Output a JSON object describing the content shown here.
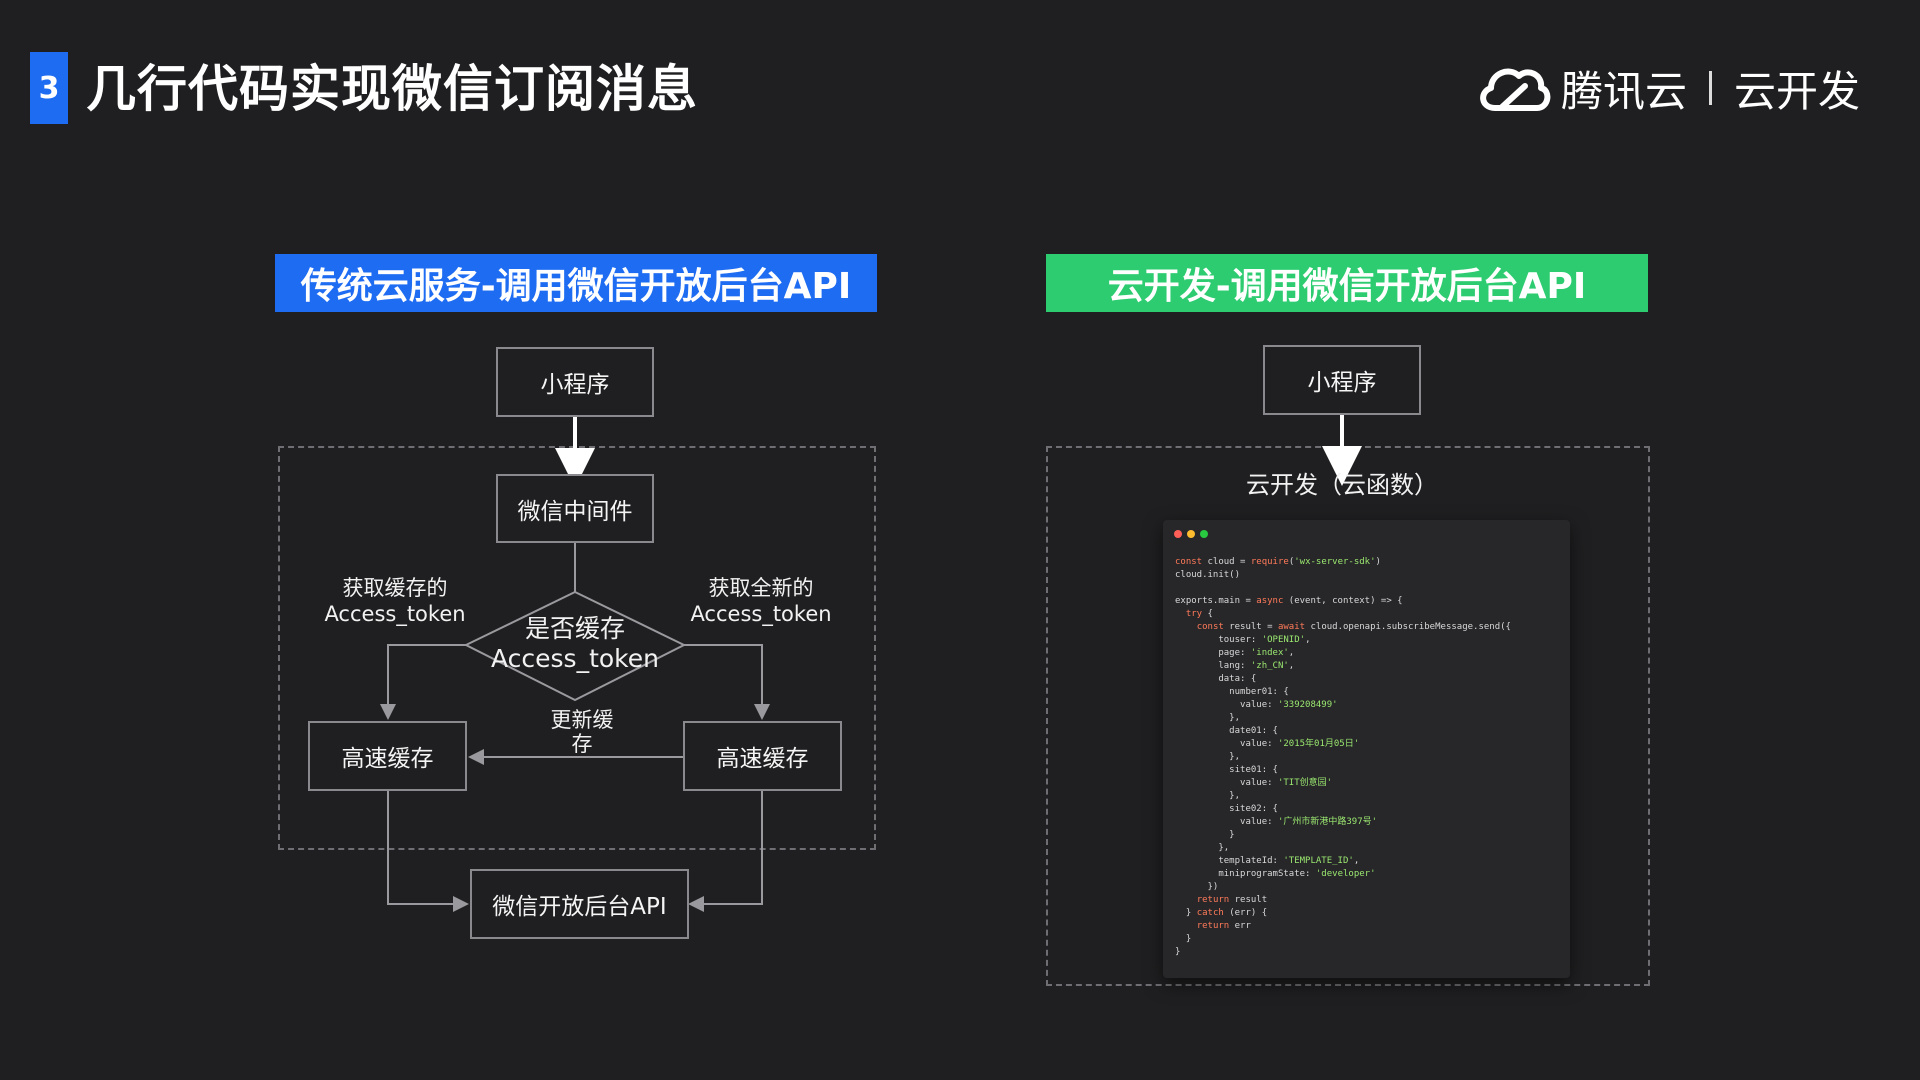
{
  "header": {
    "badge": "3",
    "title": "几行代码实现微信订阅消息",
    "brand_name": "腾讯云",
    "brand_product": "云开发"
  },
  "left_panel": {
    "title": "传统云服务-调用微信开放后台API",
    "nodes": {
      "miniprogram": "小程序",
      "middleware": "微信中间件",
      "decision_line1": "是否缓存",
      "decision_line2": "Access_token",
      "cache_left": "高速缓存",
      "cache_right": "高速缓存",
      "wechat_api": "微信开放后台API"
    },
    "labels": {
      "get_cached_1": "获取缓存的",
      "get_cached_2": "Access_token",
      "get_new_1": "获取全新的",
      "get_new_2": "Access_token",
      "update_cache_1": "更新缓",
      "update_cache_2": "存"
    }
  },
  "right_panel": {
    "title": "云开发-调用微信开放后台API",
    "nodes": {
      "miniprogram": "小程序",
      "cloud_function": "云开发（云函数）"
    },
    "code_lines": [
      "const cloud = require('wx-server-sdk')",
      "cloud.init()",
      "",
      "exports.main = async (event, context) => {",
      "  try {",
      "    const result = await cloud.openapi.subscribeMessage.send({",
      "        touser: 'OPENID',",
      "        page: 'index',",
      "        lang: 'zh_CN',",
      "        data: {",
      "          number01: {",
      "            value: '339208499'",
      "          },",
      "          date01: {",
      "            value: '2015年01月05日'",
      "          },",
      "          site01: {",
      "            value: 'TIT创意园'",
      "          },",
      "          site02: {",
      "            value: '广州市新港中路397号'",
      "          }",
      "        },",
      "        templateId: 'TEMPLATE_ID',",
      "        miniprogramState: 'developer'",
      "      })",
      "    return result",
      "  } catch (err) {",
      "    return err",
      "  }",
      "}"
    ]
  },
  "colors": {
    "background": "#1f1f21",
    "blue": "#1e6cf2",
    "green": "#2ecc71",
    "window_dots": [
      "#ff5f57",
      "#febc2e",
      "#28c840"
    ]
  }
}
